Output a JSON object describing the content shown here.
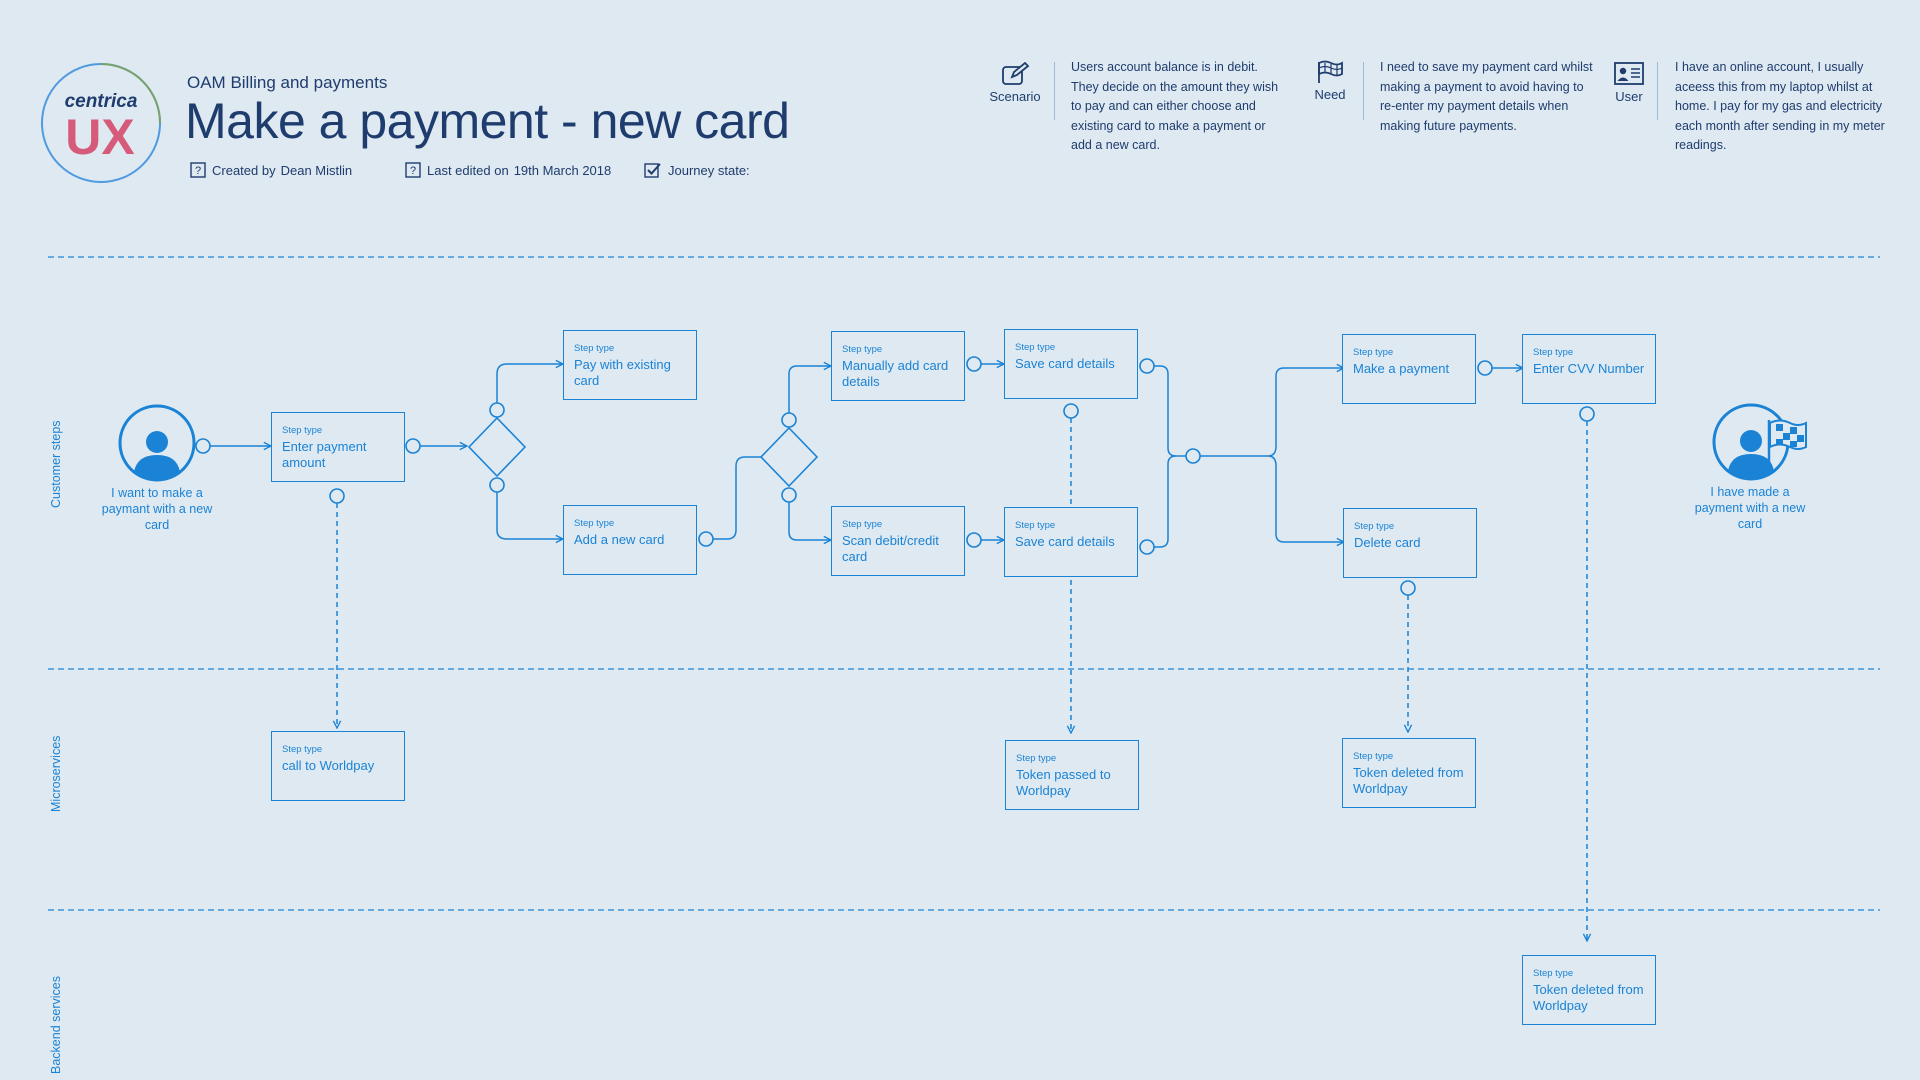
{
  "header": {
    "logo_text": "centrica",
    "logo_mark": "UX",
    "subtitle": "OAM Billing and payments",
    "title": "Make a payment - new card",
    "created_by_label": "Created by",
    "created_by_value": "Dean Mistlin",
    "last_edited_label": "Last edited on",
    "last_edited_value": "19th March 2018",
    "journey_state_label": "Journey state:"
  },
  "info": {
    "scenario_label": "Scenario",
    "scenario_text": "Users account balance is in debit. They decide on the amount they wish to pay and can either choose and existing card to make a payment or add a new card.",
    "need_label": "Need",
    "need_text": "I need to save my payment card whilst making a payment to avoid having to re-enter my payment details when making future payments.",
    "user_label": "User",
    "user_text": "I have an online account, I usually aceess this from my laptop whilst at home. I pay for my gas and electricity each month after sending in my meter readings."
  },
  "lanes": {
    "customer": "Customer steps",
    "micro": "Microservices",
    "backend": "Backend services"
  },
  "actors": {
    "start": "I want to make a paymant with a new card",
    "end": "I have made a payment with a new card"
  },
  "step_type_label": "Step type",
  "steps": {
    "enter_amount": "Enter payment amount",
    "pay_existing": "Pay with existing card",
    "add_new_card": "Add a new card",
    "manual_add": "Manually add card details",
    "scan_card": "Scan debit/credit card",
    "save_top": "Save card details",
    "save_bottom": "Save card details",
    "make_payment": "Make a payment",
    "enter_cvv": "Enter CVV Number",
    "delete_card": "Delete card",
    "worldpay_call": "call to Worldpay",
    "token_passed": "Token passed to Worldpay",
    "token_deleted_micro": "Token deleted from Worldpay",
    "token_deleted_backend": "Token deleted from Worldpay"
  },
  "colors": {
    "background": "#dfe9f1",
    "accent": "#1a83d6",
    "text_dark": "#1e3c6e"
  }
}
